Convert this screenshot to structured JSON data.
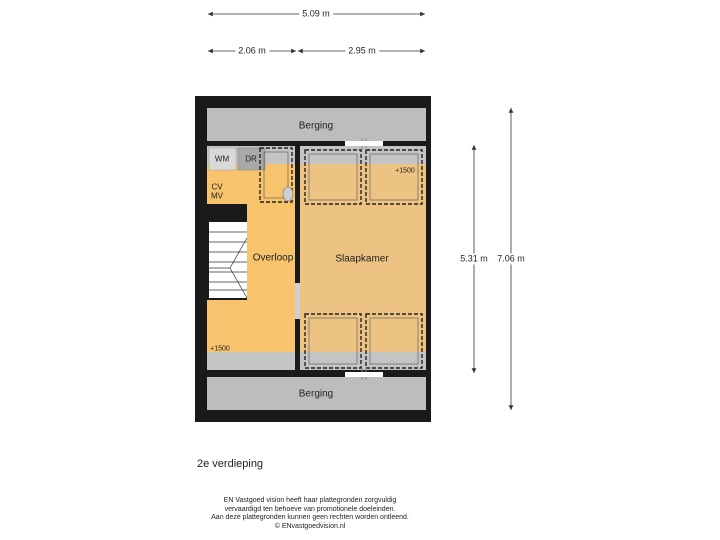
{
  "dimensions": {
    "total_width": "5.09 m",
    "left_width": "2.06 m",
    "right_width": "2.95 m",
    "inner_depth": "5.31 m",
    "total_depth": "7.06 m"
  },
  "rooms": {
    "berging_top": "Berging",
    "berging_bottom": "Berging",
    "wm": "WM",
    "dr": "DR",
    "cv_mv": "CV\nMV",
    "cv": "CV",
    "mv": "MV",
    "overloop": "Overloop",
    "slaapkamer": "Slaapkamer"
  },
  "levels": {
    "left_level": "+1500",
    "right_level": "+1500"
  },
  "floor_title": "2e verdieping",
  "disclaimer": [
    "EN Vastgoed vision heeft haar plattegronden zorgvuldig",
    "vervaardigd ten behoeve van promotionele doeleinden.",
    "Aan deze plattegronden kunnen geen rechten worden ontleend.",
    "© ENvastgoedvision.nl"
  ],
  "colors": {
    "wall": "#1a1a1a",
    "storage": "#bdbdbd",
    "overloop": "#f7c36c",
    "slaapkamer": "#ecc383",
    "appliance": "#d9d9d9",
    "dim_line": "#333333"
  }
}
